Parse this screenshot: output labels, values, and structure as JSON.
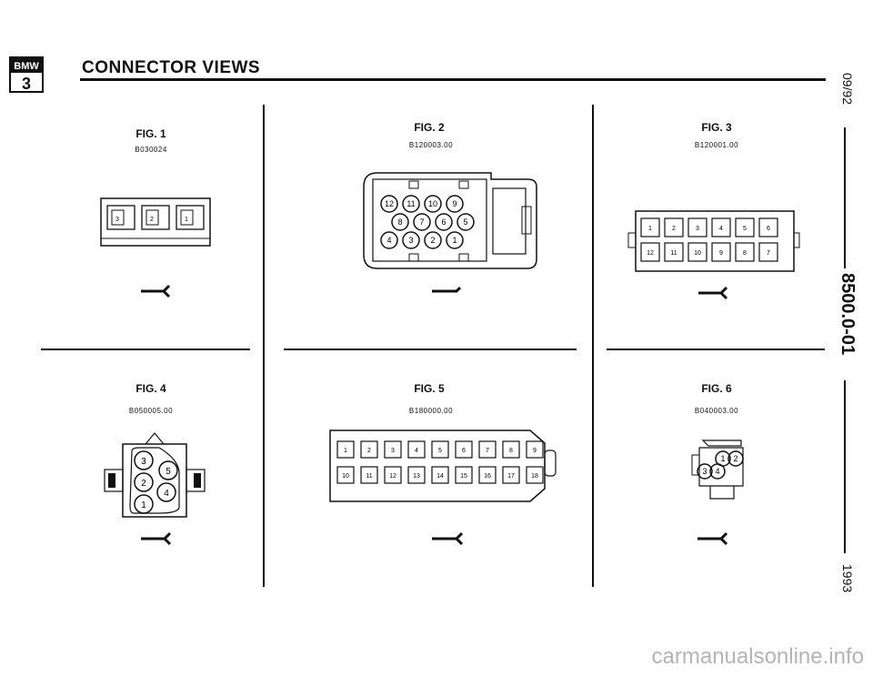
{
  "header": {
    "badge_top": "BMW",
    "badge_bottom": "3",
    "title": "CONNECTOR VIEWS"
  },
  "side": {
    "date": "09/92",
    "section": "8500.0-01",
    "year": "1993"
  },
  "figures": [
    {
      "label": "FIG. 1",
      "code": "B030024",
      "pins": [
        "3",
        "2",
        "1"
      ]
    },
    {
      "label": "FIG. 2",
      "code": "B120003.00",
      "pins": [
        "12",
        "11",
        "10",
        "9",
        "8",
        "7",
        "6",
        "5",
        "4",
        "3",
        "2",
        "1"
      ]
    },
    {
      "label": "FIG. 3",
      "code": "B120001.00",
      "pins": [
        "1",
        "2",
        "3",
        "4",
        "5",
        "6",
        "12",
        "11",
        "10",
        "9",
        "8",
        "7"
      ]
    },
    {
      "label": "FIG. 4",
      "code": "B050005.00",
      "pins": [
        "3",
        "5",
        "2",
        "4",
        "1"
      ]
    },
    {
      "label": "FIG. 5",
      "code": "B180000.00",
      "pins": [
        "1",
        "2",
        "3",
        "4",
        "5",
        "6",
        "7",
        "8",
        "9",
        "10",
        "11",
        "12",
        "13",
        "14",
        "15",
        "16",
        "17",
        "18"
      ]
    },
    {
      "label": "FIG. 6",
      "code": "B040003.00",
      "pins": [
        "1",
        "2",
        "3",
        "4"
      ]
    }
  ],
  "watermark": "carmanualsonline.info"
}
